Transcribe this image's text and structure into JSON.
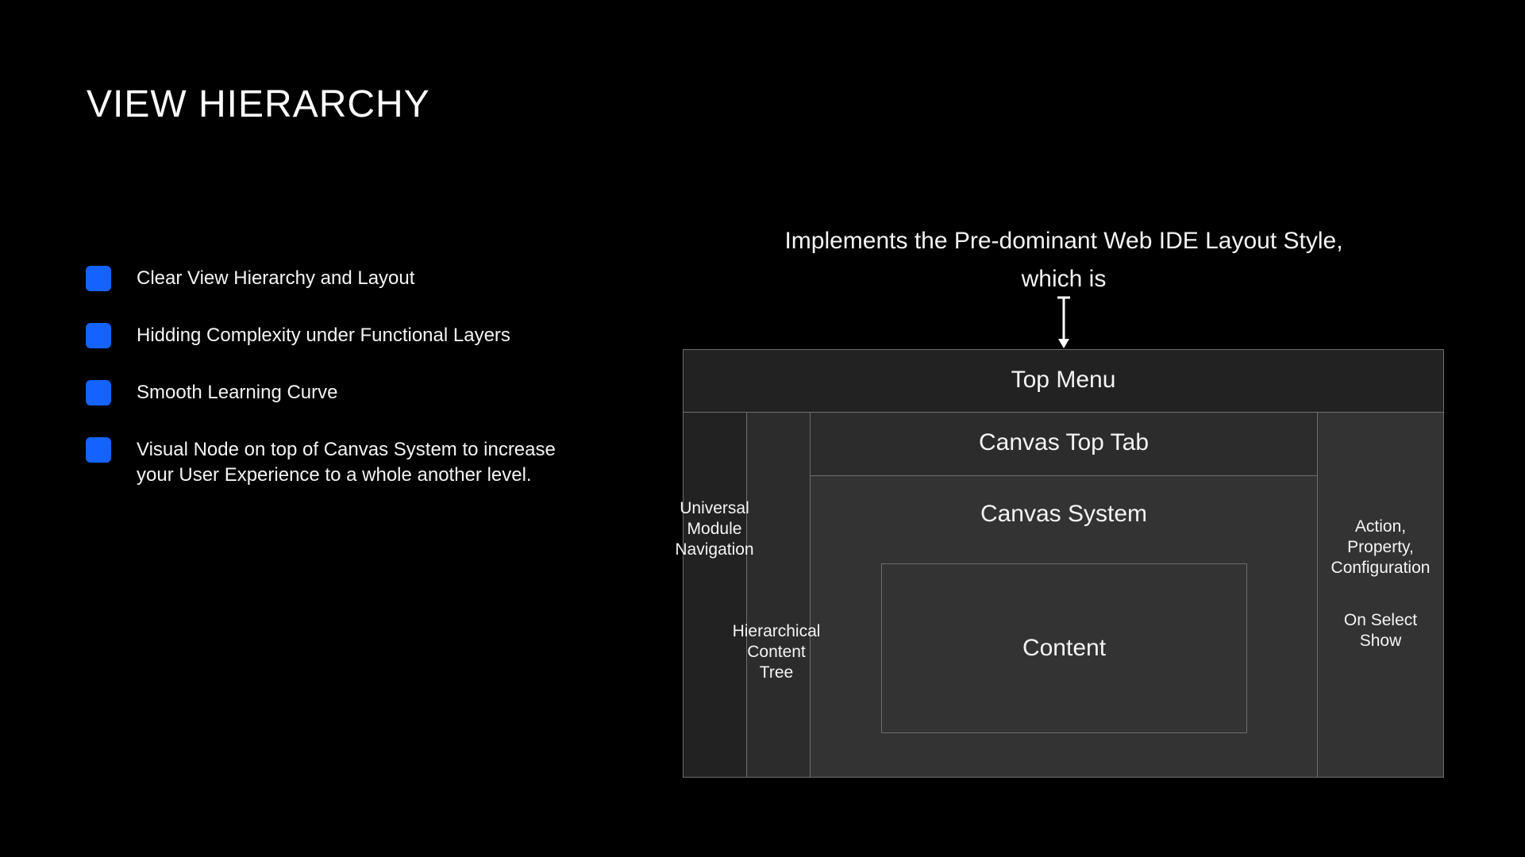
{
  "page": {
    "title": "VIEW HIERARCHY"
  },
  "bullets": [
    {
      "lines": [
        "Clear View Hierarchy and Layout"
      ]
    },
    {
      "lines": [
        "Hidding Complexity under Functional Layers"
      ]
    },
    {
      "lines": [
        "Smooth Learning Curve"
      ]
    },
    {
      "lines": [
        "Visual Node on top of Canvas System to increase",
        "your User Experience to a whole another level."
      ]
    }
  ],
  "diagram": {
    "subtitle_lines": [
      "Implements the Pre-dominant Web IDE Layout Style,",
      "which is"
    ],
    "top_menu": "Top Menu",
    "canvas_top_tab": "Canvas Top Tab",
    "canvas_system": "Canvas System",
    "content": "Content",
    "universal_nav": [
      "Universal",
      "Module",
      "Navigation"
    ],
    "content_tree": [
      "Hierarchical",
      "Content",
      "Tree"
    ],
    "action_panel": [
      "Action,",
      "Property,",
      "Configuration"
    ],
    "on_select": [
      "On Select",
      "Show"
    ]
  },
  "colors": {
    "background": "#000000",
    "bullet_accent": "#1463ff",
    "panel_dark": "#222222",
    "panel_mid": "#2c2c2c",
    "panel_light": "#333333",
    "border": "#6e6e6e"
  }
}
